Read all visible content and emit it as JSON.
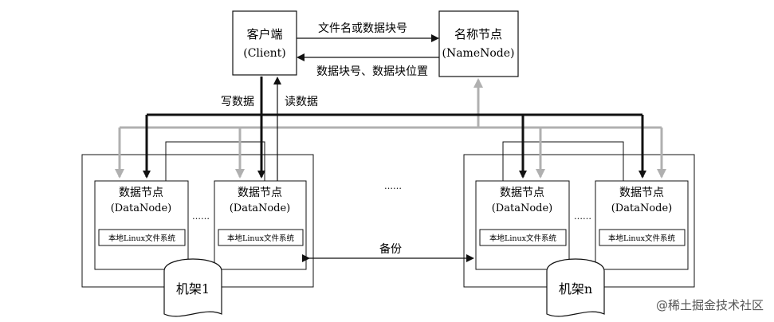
{
  "client": {
    "title": "客户端",
    "sub": "(Client)"
  },
  "namenode": {
    "title": "名称节点",
    "sub": "(NameNode)"
  },
  "arrows": {
    "file_or_block": "文件名或数据块号",
    "block_and_location": "数据块号、数据块位置",
    "write": "写数据",
    "read": "读数据",
    "backup": "备份"
  },
  "rack1": {
    "label": "机架1",
    "datanodes": [
      {
        "title": "数据节点",
        "sub": "(DataNode)",
        "fs": "本地Linux文件系统"
      },
      {
        "title": "数据节点",
        "sub": "(DataNode)",
        "fs": "本地Linux文件系统"
      }
    ],
    "ellipsis": "……"
  },
  "rackn": {
    "label": "机架n",
    "datanodes": [
      {
        "title": "数据节点",
        "sub": "(DataNode)",
        "fs": "本地Linux文件系统"
      },
      {
        "title": "数据节点",
        "sub": "(DataNode)",
        "fs": "本地Linux文件系统"
      }
    ],
    "ellipsis": "……"
  },
  "middle_ellipsis": "……",
  "watermark": "@稀土掘金技术社区",
  "colors": {
    "black": "#111111",
    "gray": "#b0b0b0"
  }
}
